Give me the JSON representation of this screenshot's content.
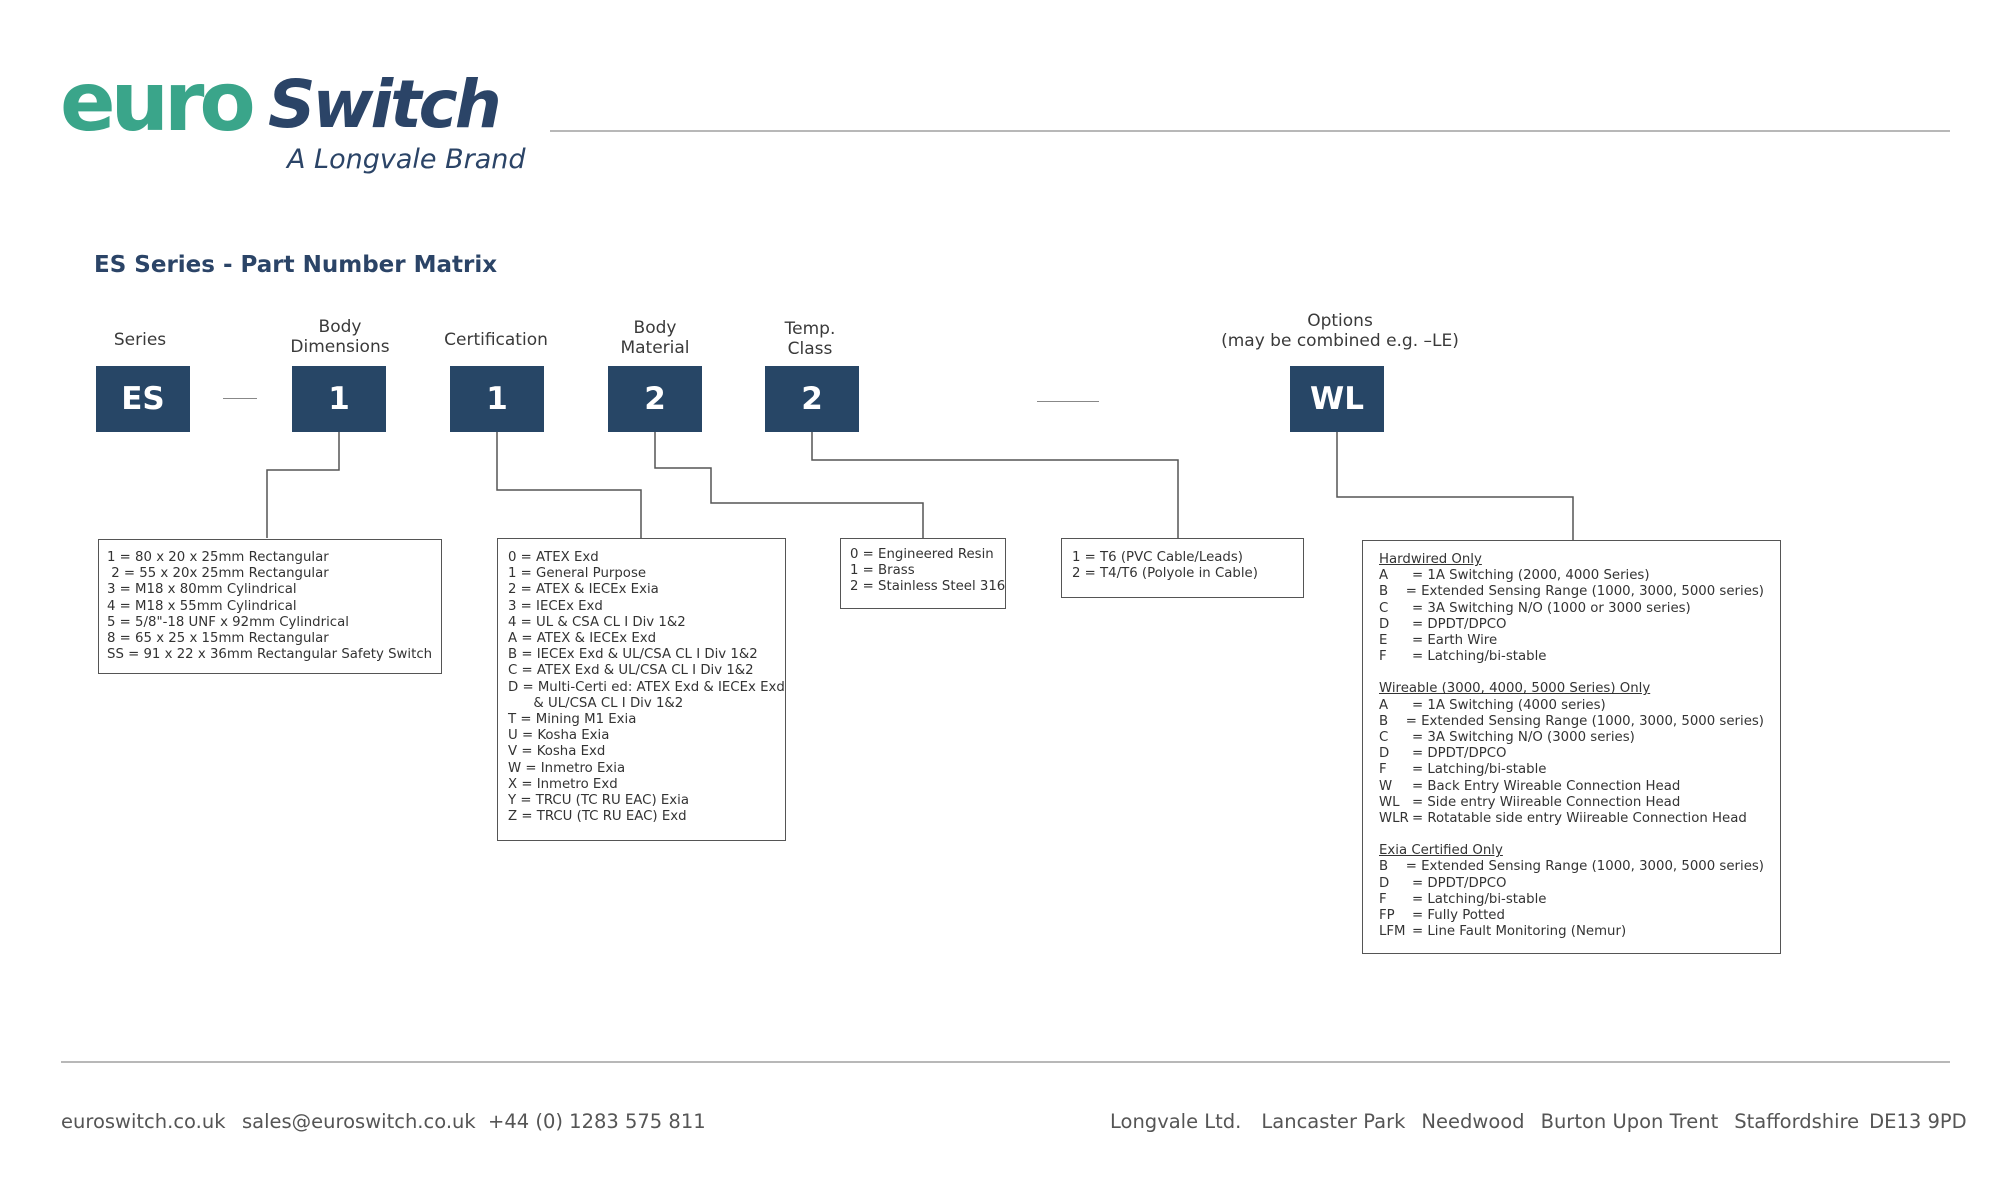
{
  "header": {
    "logo_part1": "euro",
    "logo_part2": "Switch",
    "brand_line": "A Longvale Brand"
  },
  "title": "ES Series - Part Number Matrix",
  "columns": [
    {
      "label": "Series",
      "code": "ES"
    },
    {
      "label": "Body\nDimensions",
      "code": "1"
    },
    {
      "label": "Certification",
      "code": "1"
    },
    {
      "label": "Body\nMaterial",
      "code": "2"
    },
    {
      "label": "Temp.\nClass",
      "code": "2"
    },
    {
      "label": "Options\n(may be combined e.g. –LE)",
      "code": "WL"
    }
  ],
  "body_dimensions": [
    "1 = 80 x 20 x 25mm Rectangular",
    " 2 = 55 x 20x 25mm Rectangular",
    "3 = M18 x 80mm Cylindrical",
    "4 = M18 x 55mm Cylindrical",
    "5 = 5/8\"-18 UNF x 92mm Cylindrical",
    "8 = 65 x 25 x 15mm Rectangular",
    "SS = 91 x 22 x 36mm Rectangular Safety Switch"
  ],
  "certification": [
    "0 = ATEX Exd",
    "1 = General Purpose",
    "2 = ATEX & IECEx Exia",
    "3 = IECEx Exd",
    "4 = UL & CSA CL I Div 1&2",
    "A = ATEX & IECEx Exd",
    "B = IECEx Exd & UL/CSA CL I Div 1&2",
    "C = ATEX Exd & UL/CSA CL I Div 1&2",
    "D = Multi-Certi ed: ATEX Exd & IECEx Exd",
    "      & UL/CSA CL I Div 1&2",
    "T = Mining M1 Exia",
    "U = Kosha Exia",
    "V = Kosha Exd",
    "W = Inmetro Exia",
    "X = Inmetro Exd",
    "Y = TRCU (TC RU EAC) Exia",
    "Z = TRCU (TC RU EAC) Exd"
  ],
  "body_material": [
    "0 = Engineered Resin",
    "1 = Brass",
    "2 = Stainless Steel 316"
  ],
  "temp_class": [
    "1 = T6 (PVC Cable/Leads)",
    "2 = T4/T6 (Polyole in Cable)"
  ],
  "options": {
    "hardwired": {
      "heading": "Hardwired Only",
      "items": [
        {
          "k": "A",
          "v": "= 1A Switching (2000, 4000 Series)"
        },
        {
          "k": "B",
          "v": "= Extended Sensing Range (1000, 3000, 5000 series)"
        },
        {
          "k": "C",
          "v": "= 3A Switching N/O (1000 or 3000 series)"
        },
        {
          "k": "D",
          "v": "= DPDT/DPCO"
        },
        {
          "k": "E",
          "v": "= Earth Wire"
        },
        {
          "k": "F",
          "v": "= Latching/bi-stable"
        }
      ]
    },
    "wireable": {
      "heading": "Wireable (3000, 4000, 5000 Series) Only",
      "items": [
        {
          "k": "A",
          "v": "= 1A Switching (4000 series)"
        },
        {
          "k": "B",
          "v": "= Extended Sensing Range (1000, 3000, 5000 series)"
        },
        {
          "k": "C",
          "v": "= 3A Switching N/O (3000 series)"
        },
        {
          "k": "D",
          "v": "= DPDT/DPCO"
        },
        {
          "k": "F",
          "v": "= Latching/bi-stable"
        },
        {
          "k": "W",
          "v": "= Back Entry Wireable Connection Head"
        },
        {
          "k": "WL",
          "v": "= Side entry Wiireable Connection Head"
        },
        {
          "k": "WLR",
          "v": "= Rotatable side entry Wiireable Connection Head"
        }
      ]
    },
    "exia": {
      "heading": "Exia Certified Only",
      "items": [
        {
          "k": "B",
          "v": "= Extended Sensing Range (1000, 3000, 5000 series)"
        },
        {
          "k": "D",
          "v": "= DPDT/DPCO"
        },
        {
          "k": "F",
          "v": "= Latching/bi-stable"
        },
        {
          "k": "FP",
          "v": "= Fully Potted"
        },
        {
          "k": "LFM",
          "v": "= Line Fault Monitoring (Nemur)"
        }
      ]
    }
  },
  "footer": {
    "website": "euroswitch.co.uk",
    "email": "sales@euroswitch.co.uk",
    "phone": "+44 (0) 1283 575 811",
    "address": [
      "Longvale Ltd.",
      "Lancaster Park",
      "Needwood",
      "Burton Upon Trent",
      "Staffordshire",
      "DE13 9PD"
    ]
  },
  "colors": {
    "brand_green": "#3aa58a",
    "brand_navy": "#2b4467",
    "code_box": "#274666"
  }
}
